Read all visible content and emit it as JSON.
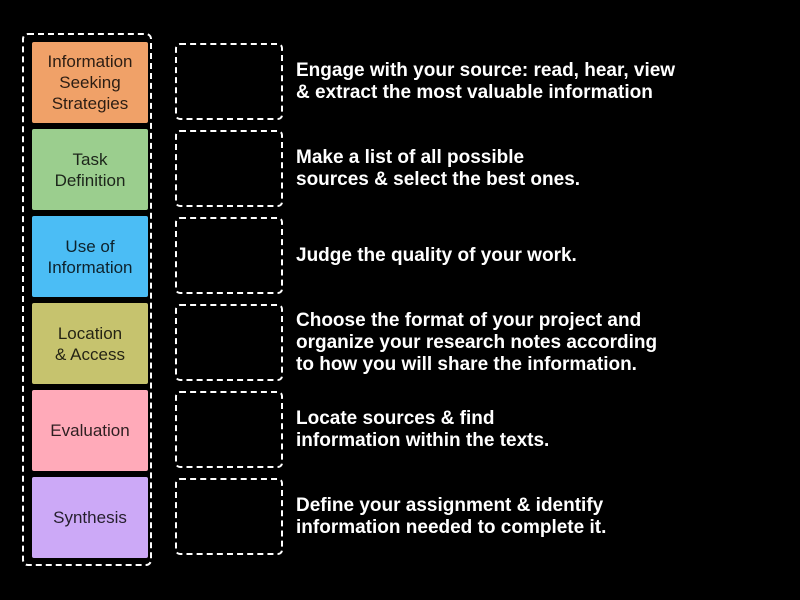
{
  "activity": {
    "type_label": "match-up",
    "background_color": "#000000",
    "outline_color": "#ffffff",
    "terms": [
      {
        "label": "Information\nSeeking\nStrategies",
        "color": "#F0A168"
      },
      {
        "label": "Task\nDefinition",
        "color": "#9BCE8E"
      },
      {
        "label": "Use of\nInformation",
        "color": "#4BBDF5"
      },
      {
        "label": "Location\n& Access",
        "color": "#C6C36E"
      },
      {
        "label": "Evaluation",
        "color": "#FFAAB9"
      },
      {
        "label": "Synthesis",
        "color": "#CCA9F7"
      }
    ],
    "definitions": [
      "Engage with your source: read, hear, view\n& extract the most valuable information",
      "Make a list of all possible\nsources & select the best ones.",
      "Judge the quality of your work.",
      "Choose the format of your project and\norganize your research notes according\nto how you will share the information.",
      "Locate sources & find\ninformation within the texts.",
      "Define your assignment & identify\ninformation needed to complete it."
    ]
  }
}
